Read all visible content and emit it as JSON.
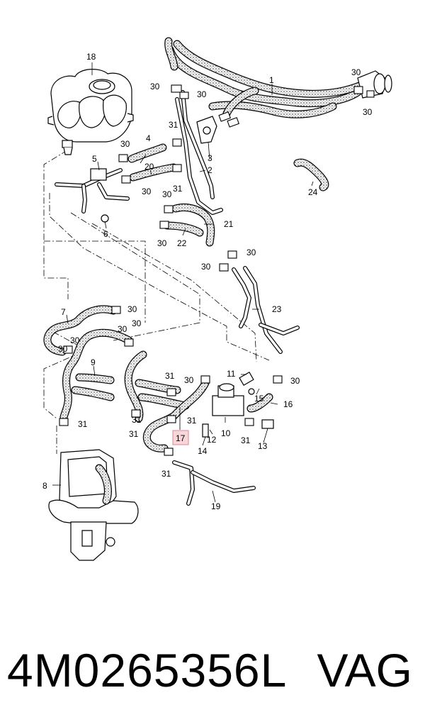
{
  "diagram": {
    "callouts": [
      {
        "id": "c1",
        "text": "1"
      },
      {
        "id": "c2",
        "text": "2"
      },
      {
        "id": "c3",
        "text": "3"
      },
      {
        "id": "c4",
        "text": "4"
      },
      {
        "id": "c5",
        "text": "5"
      },
      {
        "id": "c6",
        "text": "6"
      },
      {
        "id": "c7",
        "text": "7"
      },
      {
        "id": "c8",
        "text": "8"
      },
      {
        "id": "c9",
        "text": "9"
      },
      {
        "id": "c10",
        "text": "10"
      },
      {
        "id": "c11",
        "text": "11"
      },
      {
        "id": "c12",
        "text": "12"
      },
      {
        "id": "c13",
        "text": "13"
      },
      {
        "id": "c14",
        "text": "14"
      },
      {
        "id": "c15",
        "text": "15"
      },
      {
        "id": "c16",
        "text": "16"
      },
      {
        "id": "c17",
        "text": "17"
      },
      {
        "id": "c18",
        "text": "18"
      },
      {
        "id": "c19",
        "text": "19"
      },
      {
        "id": "c20",
        "text": "20"
      },
      {
        "id": "c21",
        "text": "21"
      },
      {
        "id": "c22",
        "text": "22"
      },
      {
        "id": "c23",
        "text": "23"
      },
      {
        "id": "c24",
        "text": "24"
      },
      {
        "id": "c30a",
        "text": "30"
      },
      {
        "id": "c30b",
        "text": "30"
      },
      {
        "id": "c30c",
        "text": "30"
      },
      {
        "id": "c30d",
        "text": "30"
      },
      {
        "id": "c30e",
        "text": "30"
      },
      {
        "id": "c30f",
        "text": "30"
      },
      {
        "id": "c30g",
        "text": "30"
      },
      {
        "id": "c30h",
        "text": "30"
      },
      {
        "id": "c30i",
        "text": "30"
      },
      {
        "id": "c30j",
        "text": "30"
      },
      {
        "id": "c30k",
        "text": "30"
      },
      {
        "id": "c30l",
        "text": "30"
      },
      {
        "id": "c30m",
        "text": "30"
      },
      {
        "id": "c30n",
        "text": "30"
      },
      {
        "id": "c30o",
        "text": "30"
      },
      {
        "id": "c30p",
        "text": "30"
      },
      {
        "id": "c30q",
        "text": "30"
      },
      {
        "id": "c31a",
        "text": "31"
      },
      {
        "id": "c31b",
        "text": "31"
      },
      {
        "id": "c31c",
        "text": "31"
      },
      {
        "id": "c31d",
        "text": "31"
      },
      {
        "id": "c31e",
        "text": "31"
      },
      {
        "id": "c31f",
        "text": "31"
      },
      {
        "id": "c31g",
        "text": "31"
      },
      {
        "id": "c31h",
        "text": "31"
      },
      {
        "id": "c31i",
        "text": "31"
      }
    ],
    "highlighted_part": "17"
  },
  "footer": {
    "part_number": "4M0265356L",
    "brand": "VAG"
  }
}
